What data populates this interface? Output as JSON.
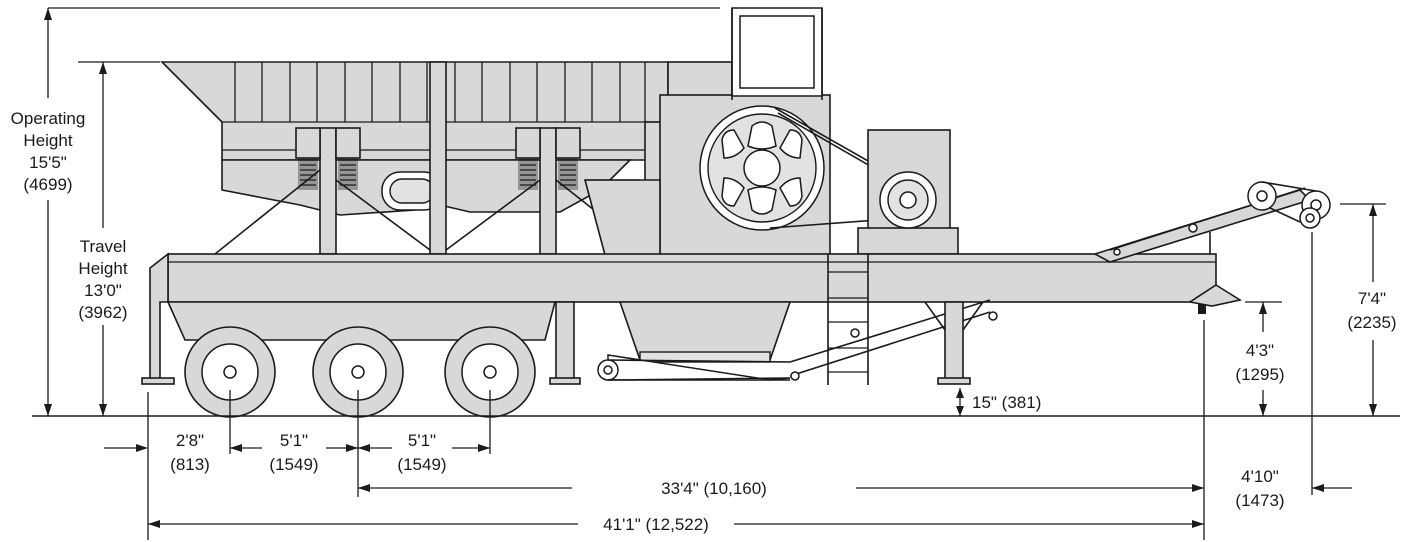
{
  "labels": {
    "operating_height": [
      "Operating",
      "Height",
      "15'5\"",
      "(4699)"
    ],
    "travel_height": [
      "Travel",
      "Height",
      "13'0\"",
      "(3962)"
    ],
    "axle_offset": [
      "2'8\"",
      "(813)"
    ],
    "axle_spacing_1": [
      "5'1\"",
      "(1549)"
    ],
    "axle_spacing_2": [
      "5'1\"",
      "(1549)"
    ],
    "ground_clearance": "15\" (381)",
    "conveyor_height_low": [
      "4'3\"",
      "(1295)"
    ],
    "conveyor_height_high": [
      "7'4\"",
      "(2235)"
    ],
    "rear_overhang": [
      "4'10\"",
      "(1473)"
    ],
    "kingpin_to_rear": "33'4\" (10,160)",
    "overall_length": "41'1\" (12,522)"
  }
}
